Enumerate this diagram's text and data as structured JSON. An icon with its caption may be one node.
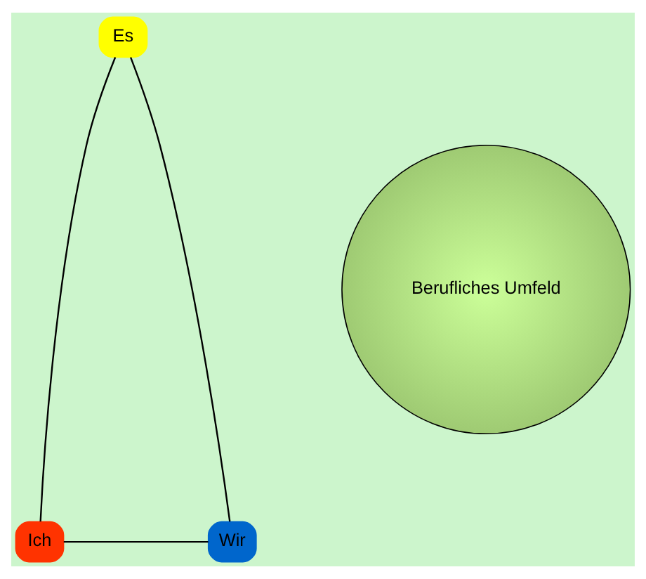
{
  "diagram": {
    "nodes": [
      {
        "text": [
          "Es"
        ]
      },
      {
        "text": [
          "Ich"
        ]
      },
      {
        "text": [
          "Wir"
        ]
      },
      {
        "text": [
          "Berufliches Umfeld"
        ]
      }
    ],
    "edges": [
      {
        "from": 0,
        "to": 1,
        "arrow": "none"
      },
      {
        "from": 0,
        "to": 2,
        "arrow": "none"
      },
      {
        "from": 1,
        "to": 2,
        "arrow": "none"
      }
    ]
  }
}
